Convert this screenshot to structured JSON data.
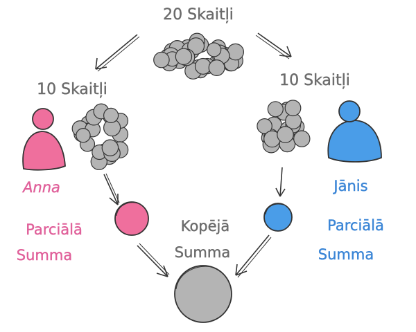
{
  "labels": {
    "total_count": "20 Skaitļi",
    "left_count": "10 Skaitļi",
    "right_count": "10 Skaitļi",
    "left_person": "Anna",
    "right_person": "Jānis",
    "left_partial_line1": "Parciālā",
    "left_partial_line2": "Summa",
    "right_partial_line1": "Parciālā",
    "right_partial_line2": "Summa",
    "total_line1": "Kopējā",
    "total_line2": "Summa"
  },
  "colors": {
    "pink": "#ef6f9d",
    "blue": "#4a9de8",
    "gray": "#b4b4b4",
    "ink": "#333333",
    "text_gray": "#6b6b6b",
    "text_pink": "#e0609a",
    "text_blue": "#3a85d6"
  },
  "icons": {
    "person": "person-icon",
    "cluster": "number-cluster-icon",
    "sum": "sum-circle-icon",
    "arrow": "sketch-arrow-icon"
  }
}
